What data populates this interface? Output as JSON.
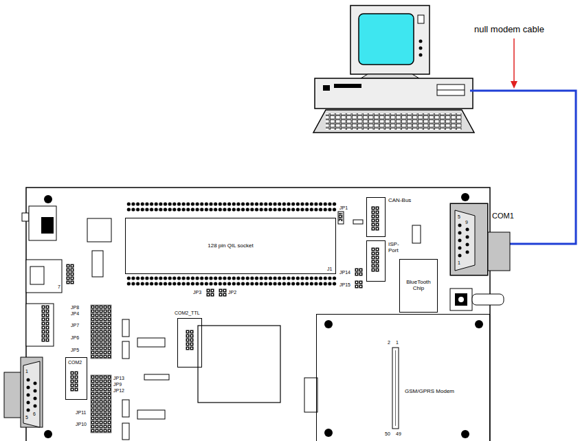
{
  "diagram": {
    "nodes": [
      {
        "text": [
          "128 pin QIL socket"
        ]
      },
      {
        "text": [
          "CAN-Bus"
        ]
      },
      {
        "text": [
          "ISP-Port"
        ]
      },
      {
        "text": [
          "BlueTooth Chip"
        ]
      },
      {
        "text": [
          "COM1"
        ]
      },
      {
        "text": [
          "COM2_TTL"
        ]
      },
      {
        "text": [
          "COM2"
        ]
      },
      {
        "text": [
          "GSM/GPRS Modem"
        ]
      }
    ],
    "labels": [
      "null modem cable",
      "JP1",
      "J1",
      "JP14",
      "JP15",
      "JP3",
      "JP2",
      "JP8",
      "JP4",
      "JP7",
      "JP6",
      "JP5",
      "JP13",
      "JP9",
      "JP12",
      "JP11",
      "JP10",
      "7",
      "2",
      "1",
      "50",
      "49",
      "5",
      "9",
      "1",
      "1",
      "6",
      "5"
    ]
  }
}
